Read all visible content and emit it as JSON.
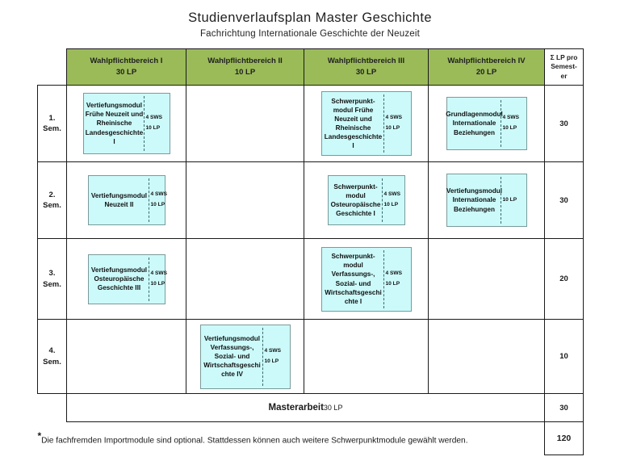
{
  "document": {
    "title": "Studienverlaufsplan  Master Geschichte",
    "subtitle": "Fachrichtung Internationale Geschichte der Neuzeit"
  },
  "table": {
    "header": {
      "semester_col": "",
      "columns": [
        {
          "name": "Wahlpflichtbereich  I",
          "lp": "30 LP"
        },
        {
          "name": "Wahlpflichtbereich  II",
          "lp": "10 LP"
        },
        {
          "name": "Wahlpflichtbereich  III",
          "lp": "30 LP"
        },
        {
          "name": "Wahlpflichtbereich  IV",
          "lp": "20 LP"
        }
      ],
      "sum_col": {
        "line1": "Σ LP pro",
        "line2": "Semest-",
        "line3": "er"
      }
    },
    "rows": [
      {
        "semester": {
          "line1": "1.",
          "line2": "Sem."
        },
        "wp1": {
          "name": "Vertiefungsmodul Frühe Neuzeit und Rheinische Landesgeschichte I",
          "sws": "4 SWS",
          "lp": "10 LP"
        },
        "wp2": null,
        "wp3": {
          "name": "Schwerpunkt- modul Frühe Neuzeit und Rheinische Landesgeschichte I",
          "sws": "4 SWS",
          "lp": "10 LP"
        },
        "wp4": {
          "name": "Grundlagenmodul Internationale Beziehungen",
          "sws": "4 SWS",
          "lp": "10 LP"
        },
        "sum": "30"
      },
      {
        "semester": {
          "line1": "2.",
          "line2": "Sem."
        },
        "wp1": {
          "name": "Vertiefungsmodul Neuzeit II",
          "sws": "4 SWS",
          "lp": "10 LP"
        },
        "wp2": null,
        "wp3": {
          "name": "Schwerpunkt- modul Osteuropäische Geschichte I",
          "sws": "4 SWS",
          "lp": "10 LP"
        },
        "wp4": {
          "name": "Vertiefungsmodul Internationale Beziehungen",
          "sws": "",
          "lp": "10 LP"
        },
        "sum": "30"
      },
      {
        "semester": {
          "line1": "3.",
          "line2": "Sem."
        },
        "wp1": {
          "name": "Vertiefungsmodul Osteuropäische Geschichte III",
          "sws": "4 SWS",
          "lp": "10 LP"
        },
        "wp2": null,
        "wp3": {
          "name": "Schwerpunkt- modul Verfassungs-, Sozial- und Wirtschaftsgeschi chte I",
          "sws": "4 SWS",
          "lp": "10 LP"
        },
        "wp4": null,
        "sum": "20"
      },
      {
        "semester": {
          "line1": "4.",
          "line2": "Sem."
        },
        "wp1": null,
        "wp2": {
          "name": "Vertiefungsmodul Verfassungs-, Sozial- und Wirtschaftsgeschi chte IV",
          "sws": "4 SWS",
          "lp": "10 LP"
        },
        "wp3": null,
        "wp4": null,
        "sum": "10"
      }
    ],
    "thesis_row": {
      "label": "Masterarbeit",
      "lp": "30 LP",
      "sum": "30"
    },
    "footnote": {
      "marker": "*",
      "text": "Die fachfremden Importmodule  sind optional. Stattdessen können  auch weitere Schwerpunktmodule  gewählt werden.",
      "total": "120"
    }
  },
  "colors": {
    "header_green": "#9BBB59",
    "module_cyan": "#CCFAFA",
    "module_border": "#7A9A9A",
    "grid_line": "#1A1A1A"
  }
}
